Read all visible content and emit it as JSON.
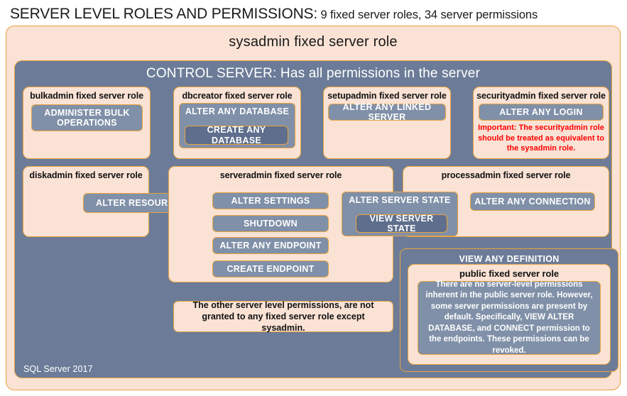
{
  "header": {
    "title_strong": "SERVER LEVEL ROLES AND PERMISSIONS:",
    "title_sub": " 9 fixed server roles, 34 server permissions"
  },
  "diagram": {
    "sysadmin_label": "sysadmin fixed server role",
    "control_server_label": "CONTROL SERVER: Has all permissions in the server",
    "view_any_definition_label": "VIEW ANY DEFINITION",
    "footer_label": "SQL Server 2017"
  },
  "roles": {
    "bulkadmin": {
      "title": "bulkadmin fixed server role",
      "permissions": [
        "ADMINISTER  BULK OPERATIONS"
      ]
    },
    "dbcreator": {
      "title": "dbcreator fixed server role",
      "permissions": [
        "ALTER ANY DATABASE",
        "CREATE  ANY DATABASE"
      ]
    },
    "setupadmin": {
      "title": "setupadmin fixed server role",
      "permissions": [
        "ALTER ANY LINKED SERVER"
      ]
    },
    "securityadmin": {
      "title": "securityadmin fixed server role",
      "permissions": [
        "ALTER ANY LOGIN"
      ],
      "note": "Important:  The securityadmin role should  be treated as equivalent to the  sysadmin role."
    },
    "diskadmin": {
      "title": "diskadmin fixed server role",
      "permissions": [
        "ALTER RESOURCES"
      ]
    },
    "serveradmin": {
      "title": "serveradmin fixed server role",
      "permissions": [
        "ALTER SETTINGS",
        "SHUTDOWN",
        "ALTER ANY ENDPOINT",
        "CREATE  ENDPOINT"
      ]
    },
    "shared": {
      "alter_server_state": "ALTER SERVER  STATE",
      "view_server_state": "VIEW SERVER  STATE"
    },
    "processadmin": {
      "title": "processadmin fixed server role",
      "permissions": [
        "ALTER ANY CONNECTION"
      ]
    },
    "public": {
      "title": "public  fixed server role",
      "note": "There are no server-level permissions inherent in the public server role. However, some server permissions are present by default. Specifically, VIEW ALTER DATABASE, and CONNECT permission to the endpoints. These permissions can be revoked."
    }
  },
  "notes": {
    "other_permissions": "The other server level permissions,  are not granted to any fixed server role except sysadmin."
  },
  "colors": {
    "peach": "#FAE2D5",
    "slate": "#6C7C98",
    "slate_dark": "#5E6E8C",
    "chip": "#8090A8",
    "border_orange": "#E8A33D",
    "warning_red": "#FF0000",
    "page_background": "#FFFFFF"
  }
}
